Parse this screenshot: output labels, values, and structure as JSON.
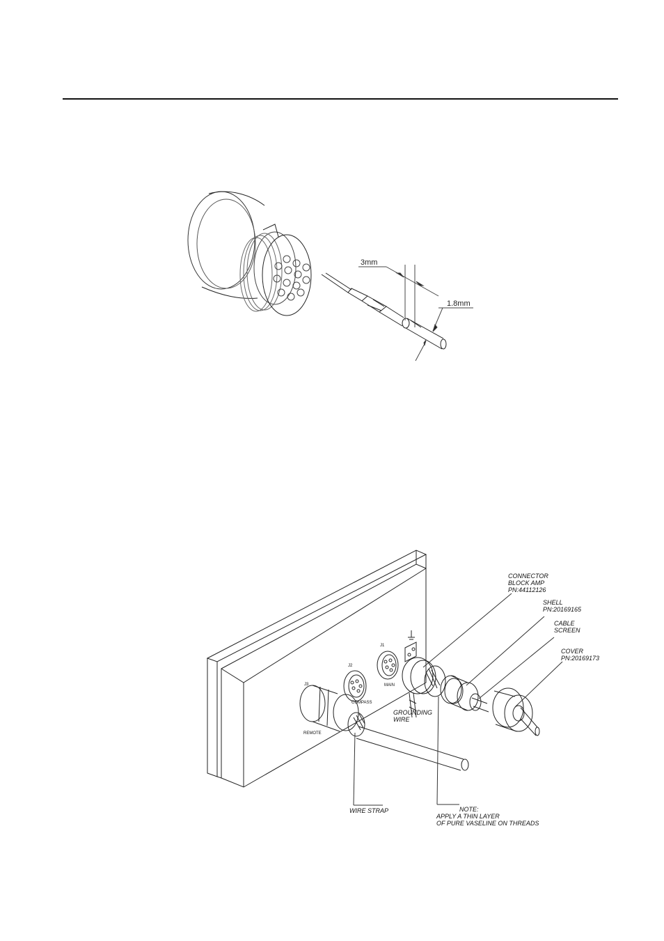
{
  "figure1": {
    "dim_3mm": "3mm",
    "dim_1_8mm": "1.8mm"
  },
  "figure2": {
    "connector": [
      "CONNECTOR",
      "BLOCK  AMP",
      "PN:44112126"
    ],
    "shell": [
      "SHELL",
      "PN:20169165"
    ],
    "cable_screen": [
      "CABLE",
      "SCREEN"
    ],
    "cover": [
      "COVER",
      "PN:20169173"
    ],
    "grounding_wire": [
      "GROUNDING",
      "WIRE"
    ],
    "wire_strap": "WIRE STRAP",
    "note": [
      "NOTE:",
      "APPLY  A  THIN  LAYER",
      "OF  PURE  VASELINE  ON  THREADS"
    ],
    "port_labels": {
      "j1": "J1",
      "j2": "J2",
      "j3": "J3",
      "compass": "COMPASS",
      "main": "MAIN",
      "remote": "REMOTE"
    }
  }
}
